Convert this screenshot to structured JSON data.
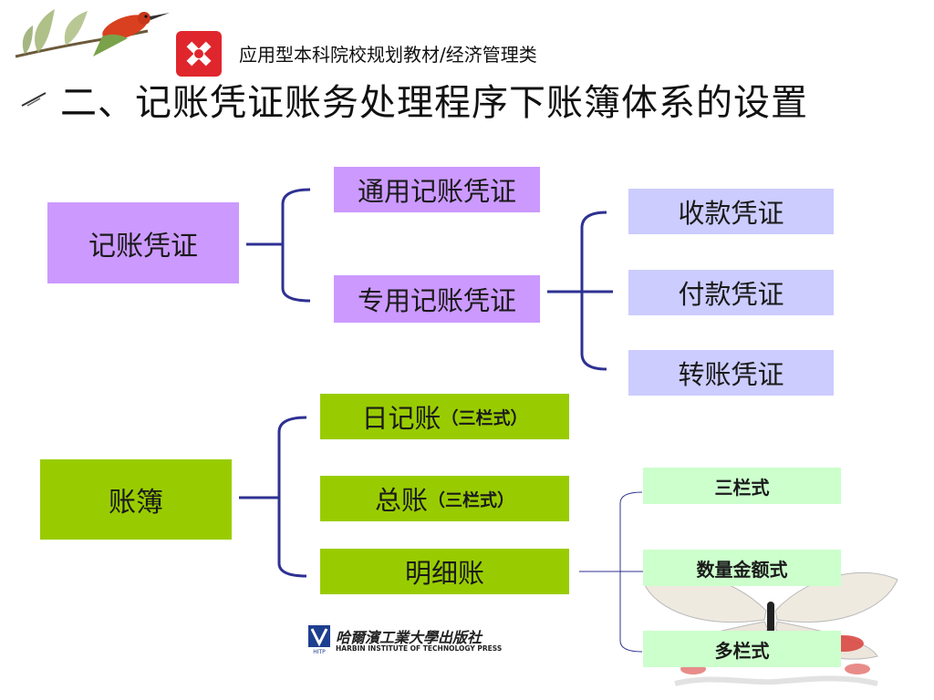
{
  "header": {
    "series_title": "应用型本科院校规划教材/经济管理类",
    "page_title": "二、记账凭证账务处理程序下账簿体系的设置"
  },
  "vouchers": {
    "root": "记账凭证",
    "general": "通用记账凭证",
    "special": "专用记账凭证",
    "receipt": "收款凭证",
    "payment": "付款凭证",
    "transfer": "转账凭证"
  },
  "ledgers": {
    "root": "账簿",
    "journal": "日记账",
    "journal_note": "（三栏式）",
    "general_ledger": "总账",
    "general_ledger_note": "（三栏式）",
    "subsidiary": "明细账",
    "three_column": "三栏式",
    "quantity_amount": "数量金额式",
    "multi_column": "多栏式"
  },
  "footer": {
    "publisher_cn": "哈爾濱工業大學出版社",
    "publisher_en": "HARBIN INSTITUTE OF TECHNOLOGY PRESS"
  },
  "colors": {
    "purple_box": "#cc99ff",
    "lavender_box": "#ccccff",
    "green_box": "#99cc00",
    "mint_box": "#ccffcc",
    "connector": "#2e3192",
    "logo_red": "#e0262d"
  }
}
